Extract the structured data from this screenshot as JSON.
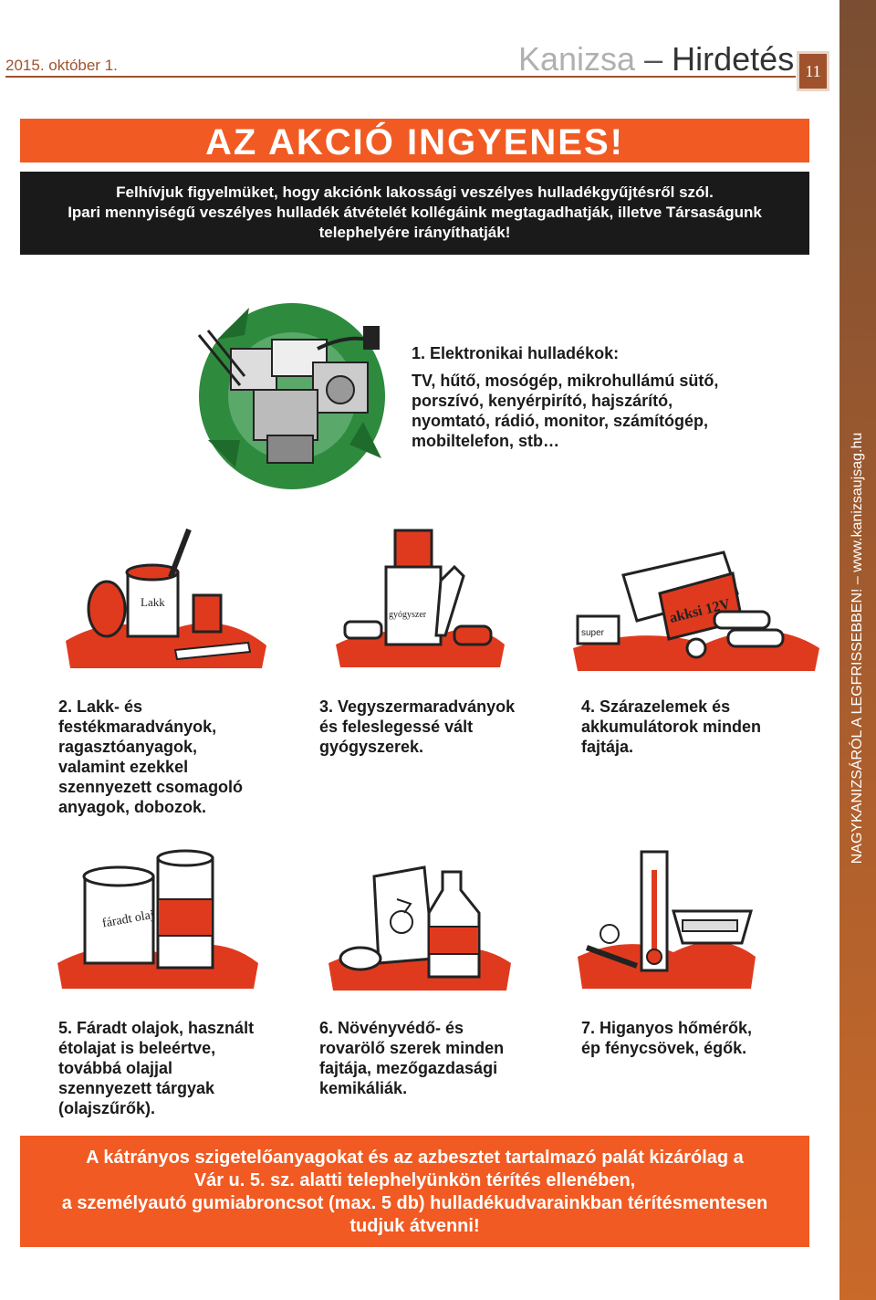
{
  "header": {
    "date": "2015. október 1.",
    "title_part1": "Kanizsa",
    "title_dash": "–",
    "title_part2": "Hirdetés",
    "page_number": "11"
  },
  "sidebar_text": "NAGYKANIZSÁRÓL A LEGFRISSEBBEN! – www.kanizsaujsag.hu",
  "banner_top": "AZ AKCIÓ INGYENES!",
  "notice_lines": [
    "Felhívjuk figyelmüket, hogy akciónk lakossági veszélyes hulladékgyűjtésről szól.",
    "Ipari mennyiségű veszélyes hulladék átvételét kollégáink megtagadhatják, illetve Társaságunk",
    "telephelyére irányíthatják!"
  ],
  "categories": [
    {
      "lines": [
        "1. Elektronikai hulladékok:",
        "",
        "TV, hűtő, mosógép, mikrohullámú sütő,",
        "porszívó, kenyérpirító, hajszárító,",
        "nyomtató, rádió, monitor, számítógép,",
        "mobiltelefon, stb…"
      ]
    },
    {
      "lines": [
        "2. Lakk- és",
        "festékmaradványok,",
        "ragasztóanyagok,",
        "valamint ezekkel",
        "szennyezett csomagoló",
        "anyagok, dobozok."
      ]
    },
    {
      "lines": [
        "3. Vegyszermaradványok",
        "és feleslegessé vált",
        "gyógyszerek."
      ]
    },
    {
      "lines": [
        "4. Szárazelemek és",
        "akkumulátorok minden",
        "fajtája."
      ]
    },
    {
      "lines": [
        "5. Fáradt olajok, használt",
        "étolajat is beleértve,",
        "továbbá olajjal",
        "szennyezett tárgyak",
        "(olajszűrők)."
      ]
    },
    {
      "lines": [
        "6. Növényvédő- és",
        "rovarölő szerek minden",
        "fajtája, mezőgazdasági",
        "kemikáliák."
      ]
    },
    {
      "lines": [
        "7. Higanyos hőmérők,",
        "ép fénycsövek, égők."
      ]
    }
  ],
  "illustration_labels": {
    "paint_can": "Lakk",
    "medicine_bottle": "gyógyszer",
    "battery": "akksi 12V",
    "small_battery": "super",
    "oil_can": "fáradt olaj"
  },
  "footer_lines": [
    "A kátrányos szigetelőanyagokat és az azbesztet tartalmazó palát kizárólag a",
    "Vár u. 5. sz. alatti telephelyünkön térítés ellenében,",
    "a személyautó gumiabroncsot (max. 5 db) hulladékudvarainkban térítésmentesen",
    "tudjuk átvenni!"
  ],
  "colors": {
    "accent_orange": "#f15a22",
    "brown": "#a0522d",
    "black_box": "#1a1a1a",
    "recycle_green": "#2e8b3e",
    "spill_red": "#e03a1e"
  }
}
